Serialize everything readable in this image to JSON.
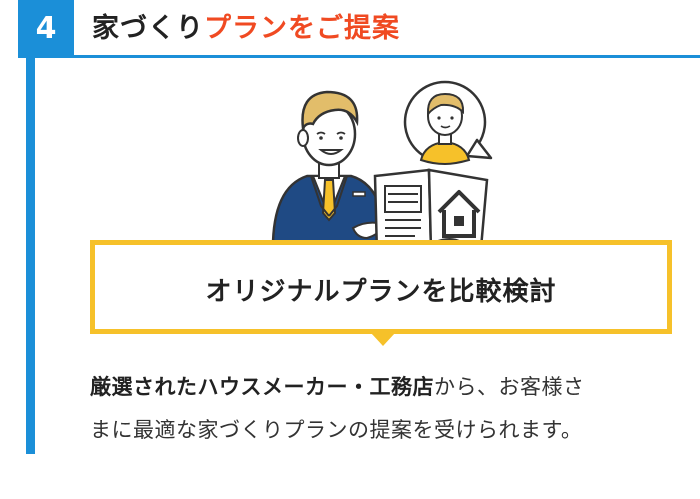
{
  "step": {
    "number": "4"
  },
  "header": {
    "title_main": "家づくり",
    "title_accent": "プランをご提案",
    "accent_color": "#f04a22",
    "brand_color": "#1b8fd8"
  },
  "illustration": {
    "icon": "consultant-showing-house-plan-icon"
  },
  "callout": {
    "text": "オリジナルプランを比較検討",
    "border_color": "#f6c12a"
  },
  "description": {
    "strong": "厳選されたハウスメーカー・工務店",
    "line1_rest": "から、お客様さ",
    "line2": "まに最適な家づくりプランの提案を受けられます。"
  }
}
